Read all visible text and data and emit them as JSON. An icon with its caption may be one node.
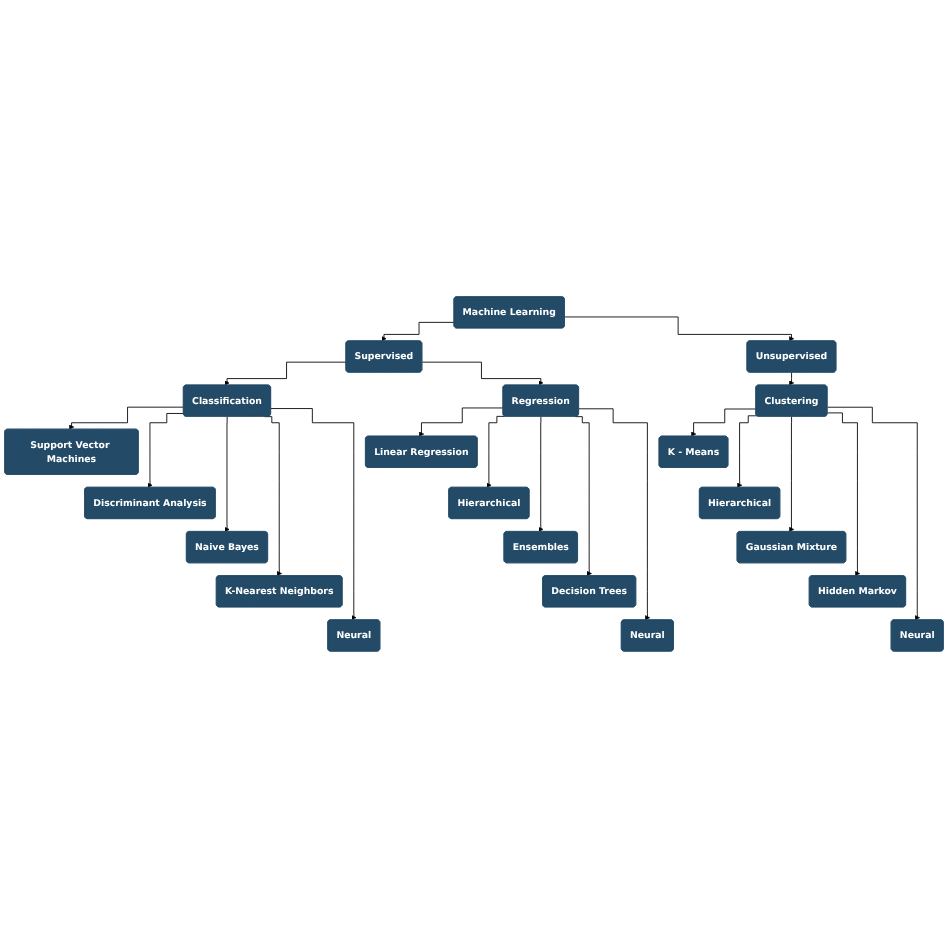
{
  "diagram": {
    "nodes": [
      {
        "text": [
          "Machine Learning"
        ]
      },
      {
        "text": [
          "Supervised"
        ]
      },
      {
        "text": [
          "Unsupervised"
        ]
      },
      {
        "text": [
          "Classification"
        ]
      },
      {
        "text": [
          "Regression"
        ]
      },
      {
        "text": [
          "Clustering"
        ]
      },
      {
        "text": [
          "Support Vector Machines"
        ]
      },
      {
        "text": [
          "Discriminant Analysis"
        ]
      },
      {
        "text": [
          "Naive Bayes"
        ]
      },
      {
        "text": [
          "K-Nearest Neighbors"
        ]
      },
      {
        "text": [
          "Neural"
        ]
      },
      {
        "text": [
          "Linear Regression"
        ]
      },
      {
        "text": [
          "Hierarchical"
        ]
      },
      {
        "text": [
          "Ensembles"
        ]
      },
      {
        "text": [
          "Decision Trees"
        ]
      },
      {
        "text": [
          "Neural"
        ]
      },
      {
        "text": [
          "K - Means"
        ]
      },
      {
        "text": [
          "Hierarchical"
        ]
      },
      {
        "text": [
          "Gaussian Mixture"
        ]
      },
      {
        "text": [
          "Hidden Markov"
        ]
      },
      {
        "text": [
          "Neural"
        ]
      }
    ],
    "edges": [
      {
        "from": 0,
        "to": 1,
        "arrow": "to"
      },
      {
        "from": 0,
        "to": 2,
        "arrow": "to"
      },
      {
        "from": 1,
        "to": 3,
        "arrow": "to"
      },
      {
        "from": 1,
        "to": 4,
        "arrow": "to"
      },
      {
        "from": 2,
        "to": 5,
        "arrow": "to"
      },
      {
        "from": 3,
        "to": 6,
        "arrow": "to"
      },
      {
        "from": 3,
        "to": 7,
        "arrow": "to"
      },
      {
        "from": 3,
        "to": 8,
        "arrow": "to"
      },
      {
        "from": 3,
        "to": 9,
        "arrow": "to"
      },
      {
        "from": 3,
        "to": 10,
        "arrow": "to"
      },
      {
        "from": 4,
        "to": 11,
        "arrow": "to"
      },
      {
        "from": 4,
        "to": 12,
        "arrow": "to"
      },
      {
        "from": 4,
        "to": 13,
        "arrow": "to"
      },
      {
        "from": 4,
        "to": 14,
        "arrow": "to"
      },
      {
        "from": 4,
        "to": 15,
        "arrow": "to"
      },
      {
        "from": 5,
        "to": 16,
        "arrow": "to"
      },
      {
        "from": 5,
        "to": 17,
        "arrow": "to"
      },
      {
        "from": 5,
        "to": 18,
        "arrow": "to"
      },
      {
        "from": 5,
        "to": 19,
        "arrow": "to"
      },
      {
        "from": 5,
        "to": 20,
        "arrow": "to"
      }
    ]
  }
}
